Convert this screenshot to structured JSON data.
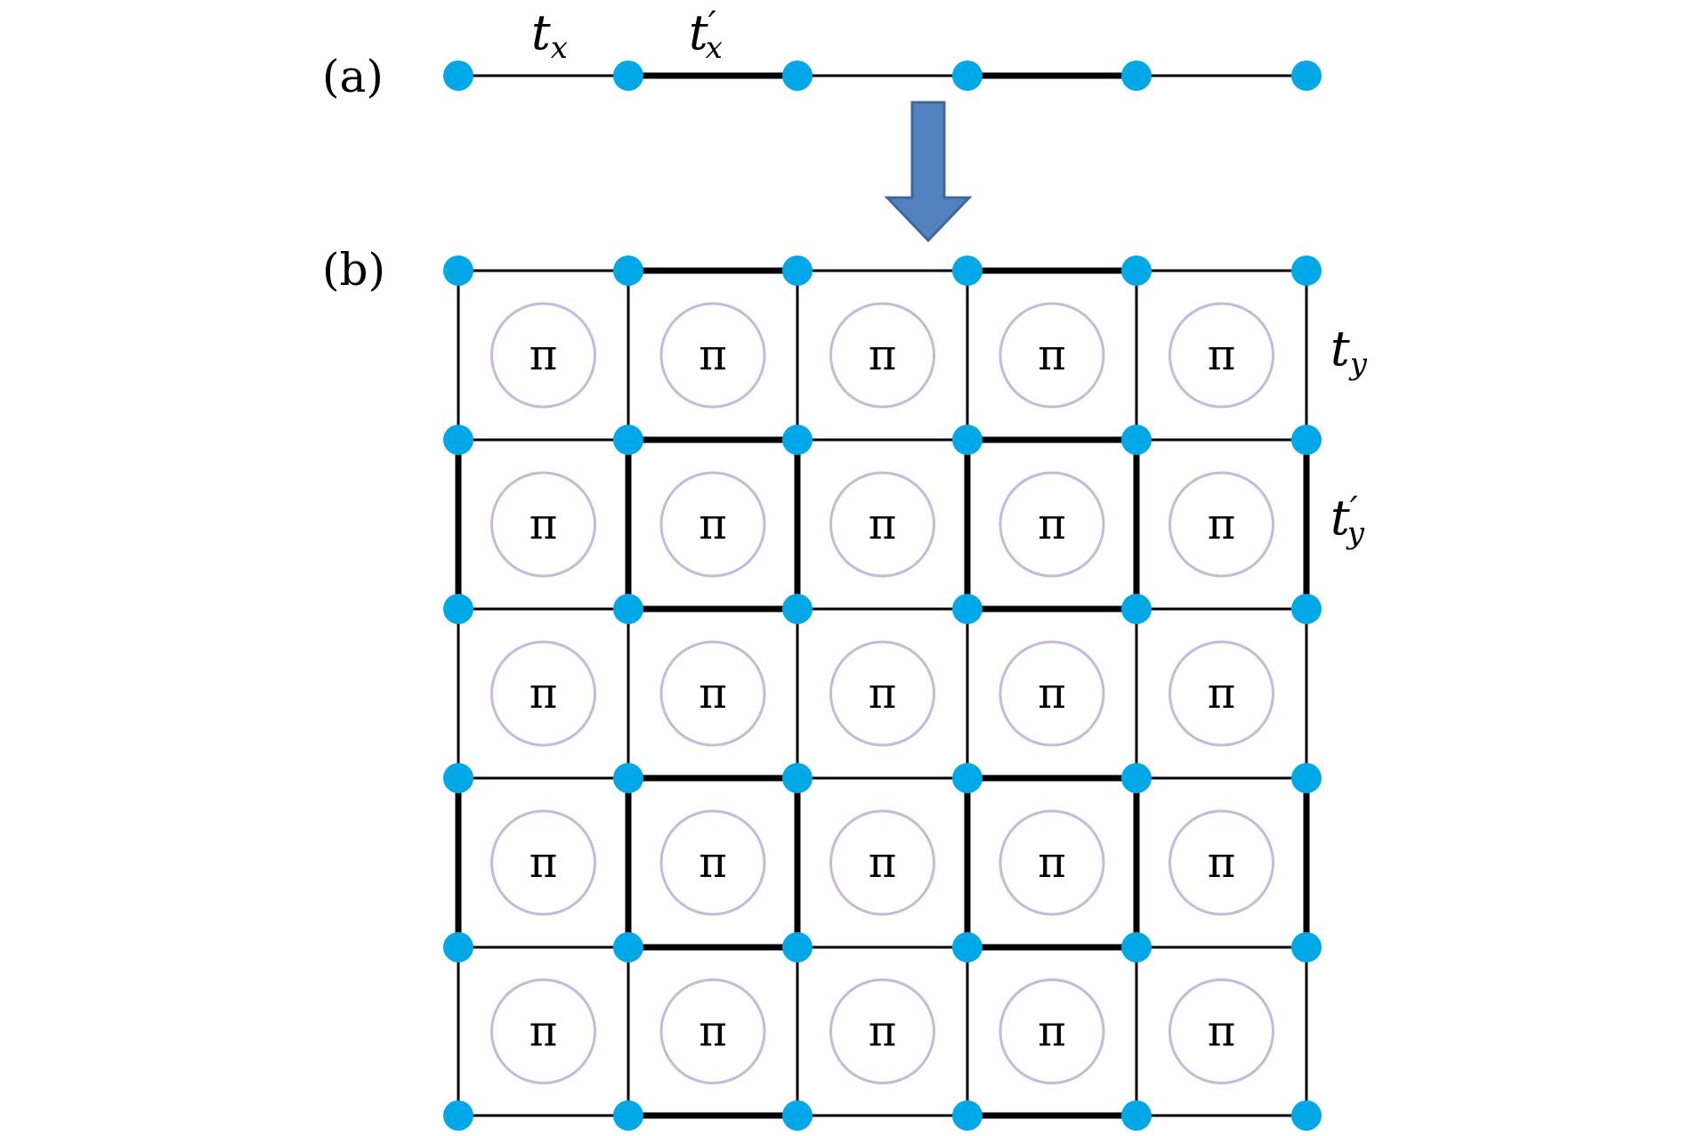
{
  "panels": {
    "a": {
      "label": "(a)"
    },
    "b": {
      "label": "(b)"
    }
  },
  "hoppings": {
    "tx": {
      "symbol": "t",
      "sub": "x",
      "prime": ""
    },
    "tx_prime": {
      "symbol": "t",
      "sub": "x",
      "prime": "′"
    },
    "ty": {
      "symbol": "t",
      "sub": "y",
      "prime": ""
    },
    "ty_prime": {
      "symbol": "t",
      "sub": "y",
      "prime": "′"
    }
  },
  "chain": {
    "sites": 6,
    "bond_pattern": [
      "tx",
      "tx_prime",
      "tx",
      "tx_prime",
      "tx"
    ]
  },
  "lattice": {
    "columns": 6,
    "rows": 6,
    "flux_label": "π"
  },
  "colors": {
    "site": "#00A8E8",
    "bond": "#000000",
    "flux_circle": "#C7B9D9",
    "arrow_fill": "#5382C0",
    "arrow_stroke": "#3F679A"
  }
}
